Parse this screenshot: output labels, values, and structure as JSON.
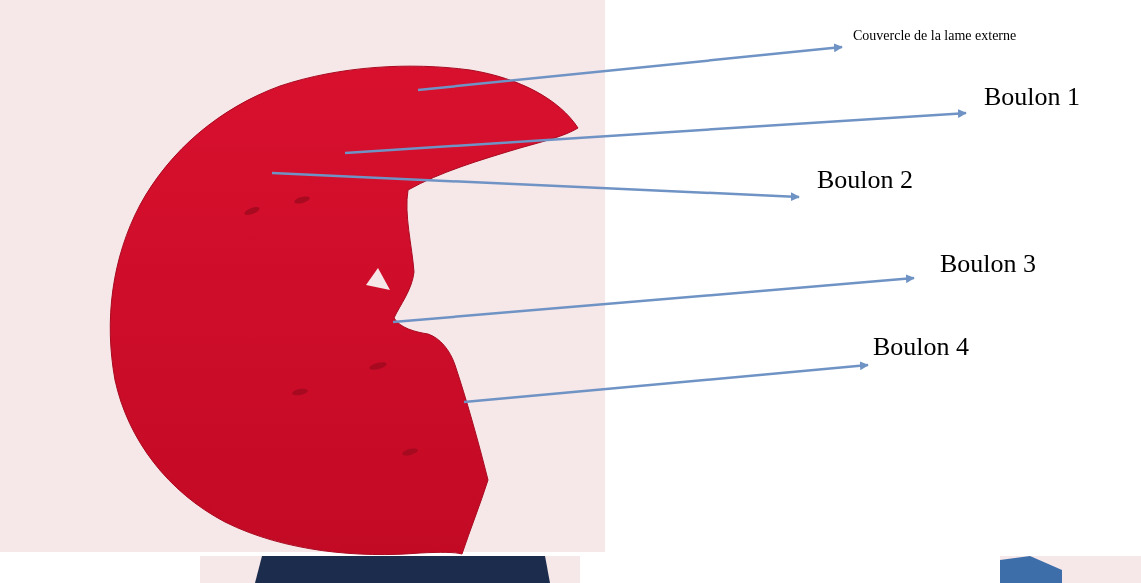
{
  "diagram": {
    "labels": [
      "Couvercle de la lame externe",
      "Boulon 1",
      "Boulon 2",
      "Boulon 3",
      "Boulon 4"
    ]
  }
}
